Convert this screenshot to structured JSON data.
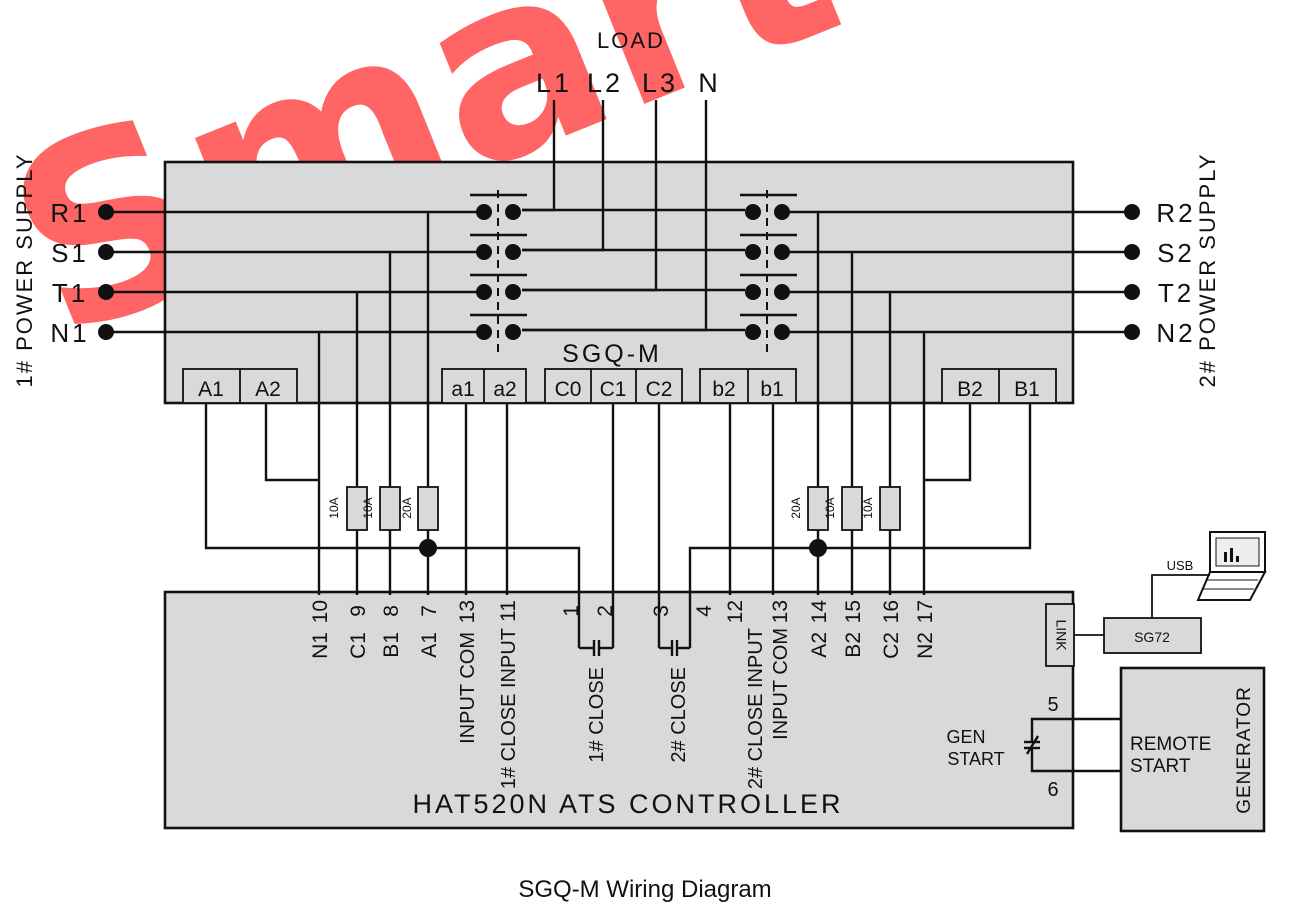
{
  "watermark": "Smart",
  "load": {
    "title": "LOAD",
    "lines": [
      "L1",
      "L2",
      "L3",
      "N"
    ]
  },
  "supply1": {
    "title": "1# POWER SUPPLY",
    "terminals": [
      "R1",
      "S1",
      "T1",
      "N1"
    ]
  },
  "supply2": {
    "title": "2# POWER SUPPLY",
    "terminals": [
      "R2",
      "S2",
      "T2",
      "N2"
    ]
  },
  "switch": {
    "name": "SGQ-M",
    "terminals": [
      "A1",
      "A2",
      "a1",
      "a2",
      "C0",
      "C1",
      "C2",
      "b2",
      "b1",
      "B2",
      "B1"
    ]
  },
  "fuses": [
    "10A",
    "10A",
    "20A",
    "20A",
    "10A",
    "10A"
  ],
  "controller": {
    "name": "HAT520N ATS CONTROLLER",
    "pins": [
      {
        "num": "10",
        "label": "N1"
      },
      {
        "num": "9",
        "label": "C1"
      },
      {
        "num": "8",
        "label": "B1"
      },
      {
        "num": "7",
        "label": "A1"
      },
      {
        "num": "13",
        "label": "INPUT COM"
      },
      {
        "num": "11",
        "label": "1# CLOSE INPUT"
      },
      {
        "num": "1",
        "label": ""
      },
      {
        "num": "2",
        "label": ""
      },
      {
        "num": "3",
        "label": ""
      },
      {
        "num": "4",
        "label": ""
      },
      {
        "num": "12",
        "label": "2# CLOSE INPUT"
      },
      {
        "num": "13",
        "label": "INPUT COM"
      },
      {
        "num": "14",
        "label": "A2"
      },
      {
        "num": "15",
        "label": "B2"
      },
      {
        "num": "16",
        "label": "C2"
      },
      {
        "num": "17",
        "label": "N2"
      }
    ],
    "close1": "1# CLOSE",
    "close2": "2# CLOSE",
    "link": "LINK",
    "gen_start": [
      "GEN",
      "START"
    ],
    "pin5": "5",
    "pin6": "6"
  },
  "sg72": "SG72",
  "usb": "USB",
  "generator": {
    "title": "GENERATOR",
    "remote": [
      "REMOTE",
      "START"
    ]
  },
  "caption": "SGQ-M Wiring Diagram"
}
